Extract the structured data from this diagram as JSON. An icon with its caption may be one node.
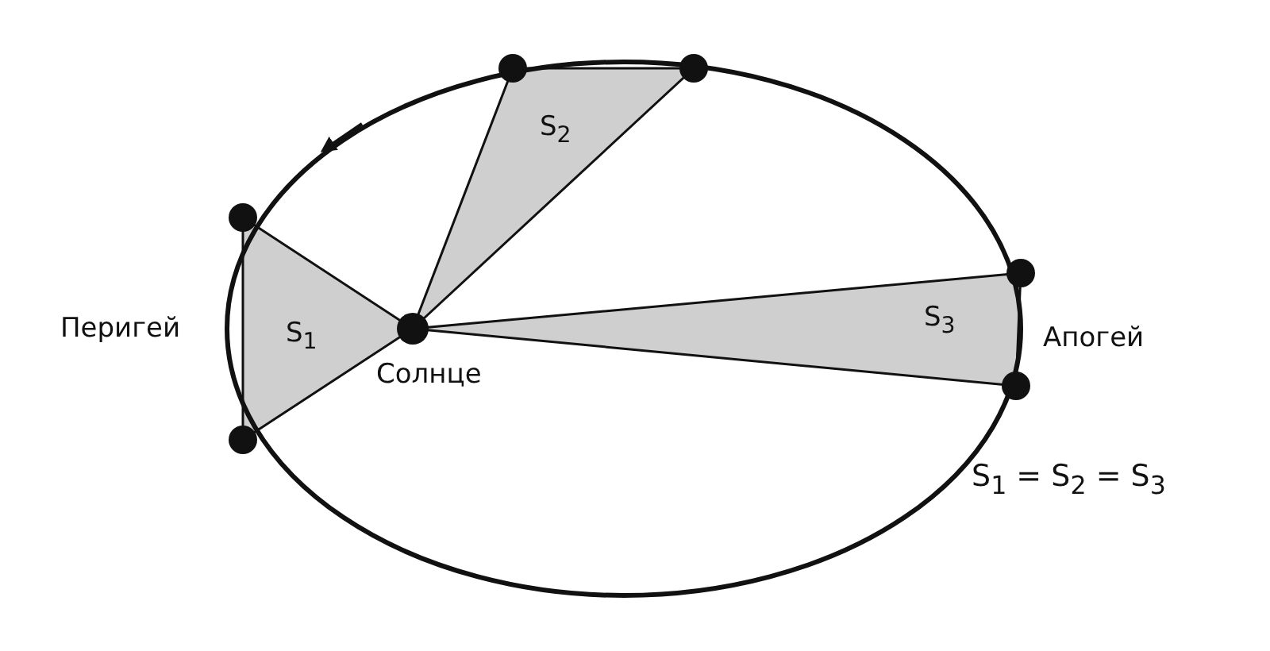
{
  "diagram": {
    "labels": [
      "S$_{2}$",
      "Перигей",
      "S$_{1}$",
      "Солнце",
      "S$_{3}$",
      "Апогей",
      "S$_{1}$ = S$_{2}$ = S$_{3}$"
    ]
  }
}
